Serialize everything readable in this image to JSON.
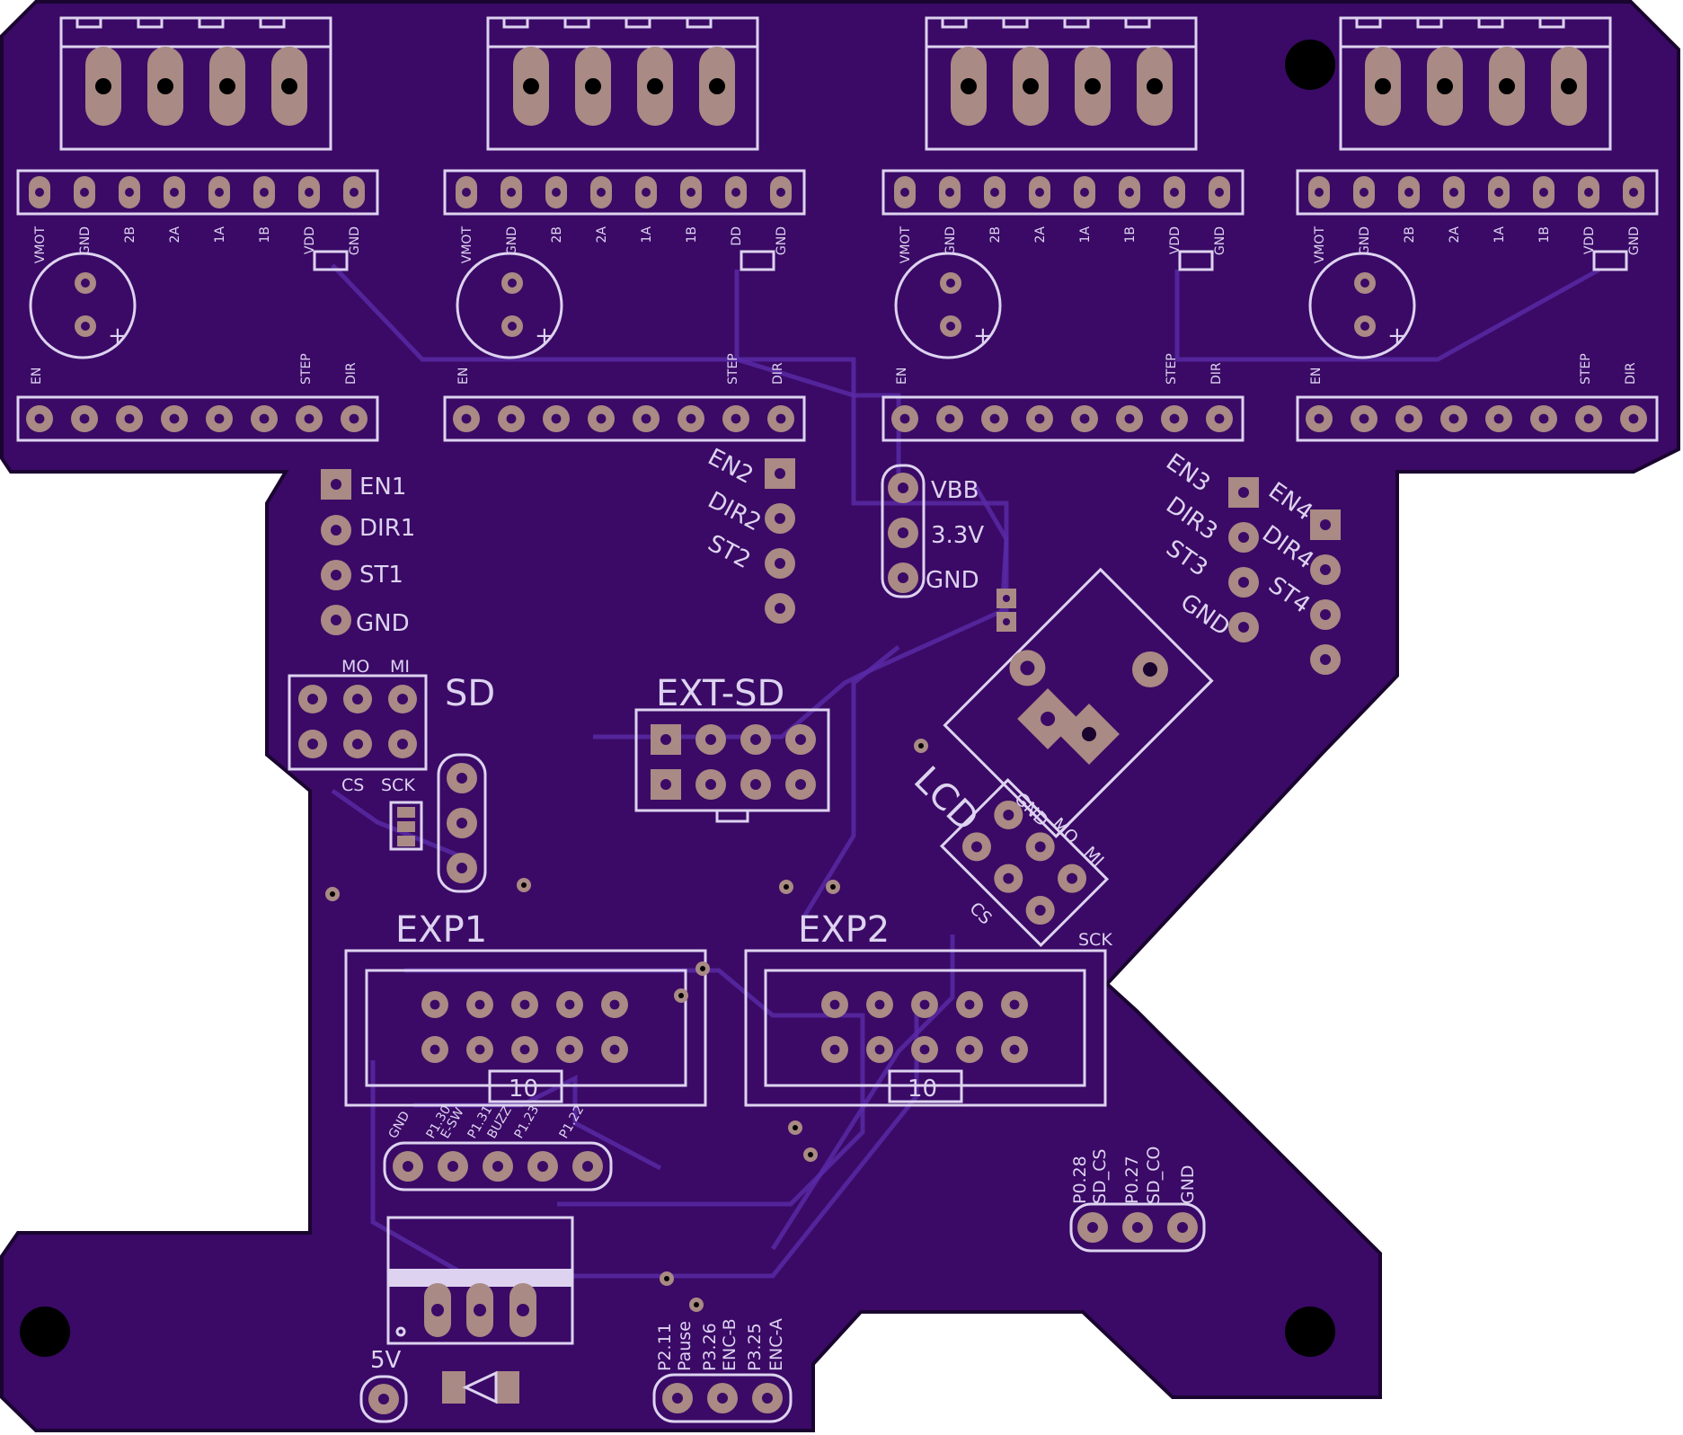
{
  "colors": {
    "board": "#3a0a66",
    "board_edge": "#1a0530",
    "pad": "#a98a84",
    "silk": "#ddd3f0",
    "hole": "#000000"
  },
  "drivers": [
    {
      "pins_top": [
        "VMOT",
        "GND",
        "2B",
        "2A",
        "1A",
        "1B",
        "VDD",
        "GND"
      ],
      "pins_bottom_left": "EN",
      "step": "STEP",
      "dir": "DIR"
    },
    {
      "pins_top": [
        "VMOT",
        "GND",
        "2B",
        "2A",
        "1A",
        "1B",
        "DD",
        "GND"
      ],
      "pins_bottom_left": "EN",
      "step": "STEP",
      "dir": "DIR"
    },
    {
      "pins_top": [
        "VMOT",
        "GND",
        "2B",
        "2A",
        "1A",
        "1B",
        "VDD",
        "GND"
      ],
      "pins_bottom_left": "EN",
      "step": "STEP",
      "dir": "DIR"
    },
    {
      "pins_top": [
        "VMOT",
        "GND",
        "2B",
        "2A",
        "1A",
        "1B",
        "VDD",
        "GND"
      ],
      "pins_bottom_left": "EN",
      "step": "STEP",
      "dir": "DIR"
    }
  ],
  "cap_plus": "+",
  "header1": [
    "EN1",
    "DIR1",
    "ST1",
    "GND"
  ],
  "header2": [
    "EN2",
    "DIR2",
    "ST2"
  ],
  "header3": [
    "EN3",
    "DIR3",
    "ST3",
    "GND"
  ],
  "header4": [
    "EN4",
    "DIR4",
    "ST4"
  ],
  "power_header": [
    "VBB",
    "3.3V",
    "GND"
  ],
  "sd": {
    "title": "SD",
    "top": [
      "MO",
      "MI"
    ],
    "bottom": [
      "CS",
      "SCK"
    ]
  },
  "ext_sd": {
    "title": "EXT-SD"
  },
  "lcd": {
    "title": "LCD",
    "labels": [
      "GND",
      "MO",
      "MI",
      "CS",
      "SCK"
    ]
  },
  "exp1": {
    "title": "EXP1",
    "key": "10"
  },
  "exp2": {
    "title": "EXP2",
    "key": "10"
  },
  "exp_pins": [
    "GND",
    "P1.30",
    "E-SW",
    "P1.31",
    "BUZZ",
    "P1.23",
    "P1.22"
  ],
  "sd_pins": [
    "P0.28",
    "SD_CS",
    "P0.27",
    "SD_CO",
    "GND"
  ],
  "enc_pins": [
    "P2.11",
    "Pause",
    "P3.26",
    "ENC-B",
    "P3.25",
    "ENC-A"
  ],
  "power": {
    "label": "5V"
  }
}
